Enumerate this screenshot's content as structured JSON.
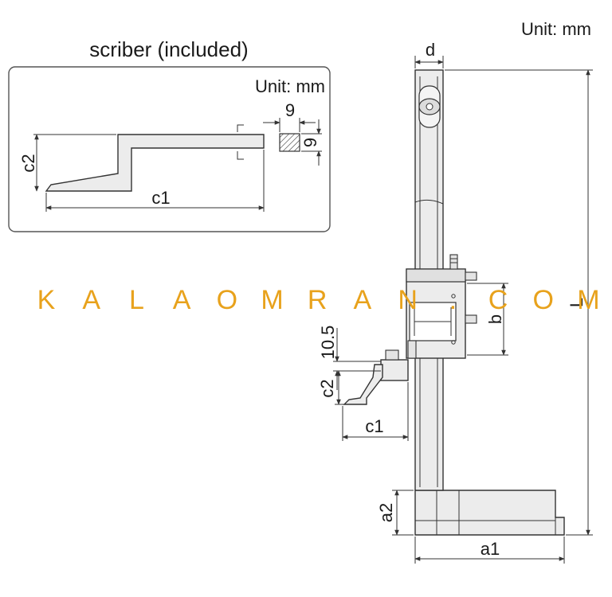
{
  "unit_label": "Unit: mm",
  "inset": {
    "title": "scriber (included)",
    "unit_label": "Unit: mm",
    "dim_width": "9",
    "dim_height": "9",
    "dim_c1": "c1",
    "dim_c2": "c2"
  },
  "main": {
    "dim_d": "d",
    "dim_L": "L",
    "dim_b": "b",
    "dim_10_5": "10.5",
    "dim_c1": "c1",
    "dim_c2": "c2",
    "dim_a1": "a1",
    "dim_a2": "a2"
  },
  "watermark": [
    "K",
    "A",
    "L",
    "A",
    "O",
    "M",
    "R",
    "A",
    "N",
    ".",
    "C",
    "O",
    "M"
  ],
  "colors": {
    "watermark": "#e8a21c",
    "outline": "#333333",
    "fill": "#ececec"
  }
}
